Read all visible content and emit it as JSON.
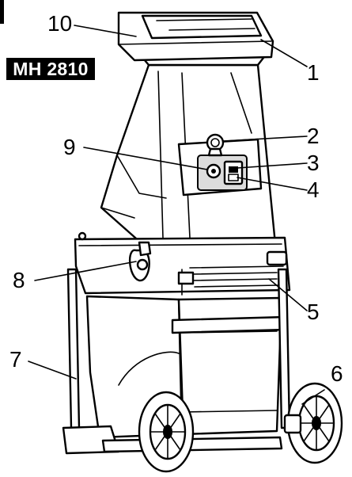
{
  "model": "MH 2810",
  "callouts": [
    {
      "id": "1",
      "label": "1"
    },
    {
      "id": "2",
      "label": "2"
    },
    {
      "id": "3",
      "label": "3"
    },
    {
      "id": "4",
      "label": "4"
    },
    {
      "id": "5",
      "label": "5"
    },
    {
      "id": "6",
      "label": "6"
    },
    {
      "id": "7",
      "label": "7"
    },
    {
      "id": "8",
      "label": "8"
    },
    {
      "id": "9",
      "label": "9"
    },
    {
      "id": "10",
      "label": "10"
    }
  ]
}
